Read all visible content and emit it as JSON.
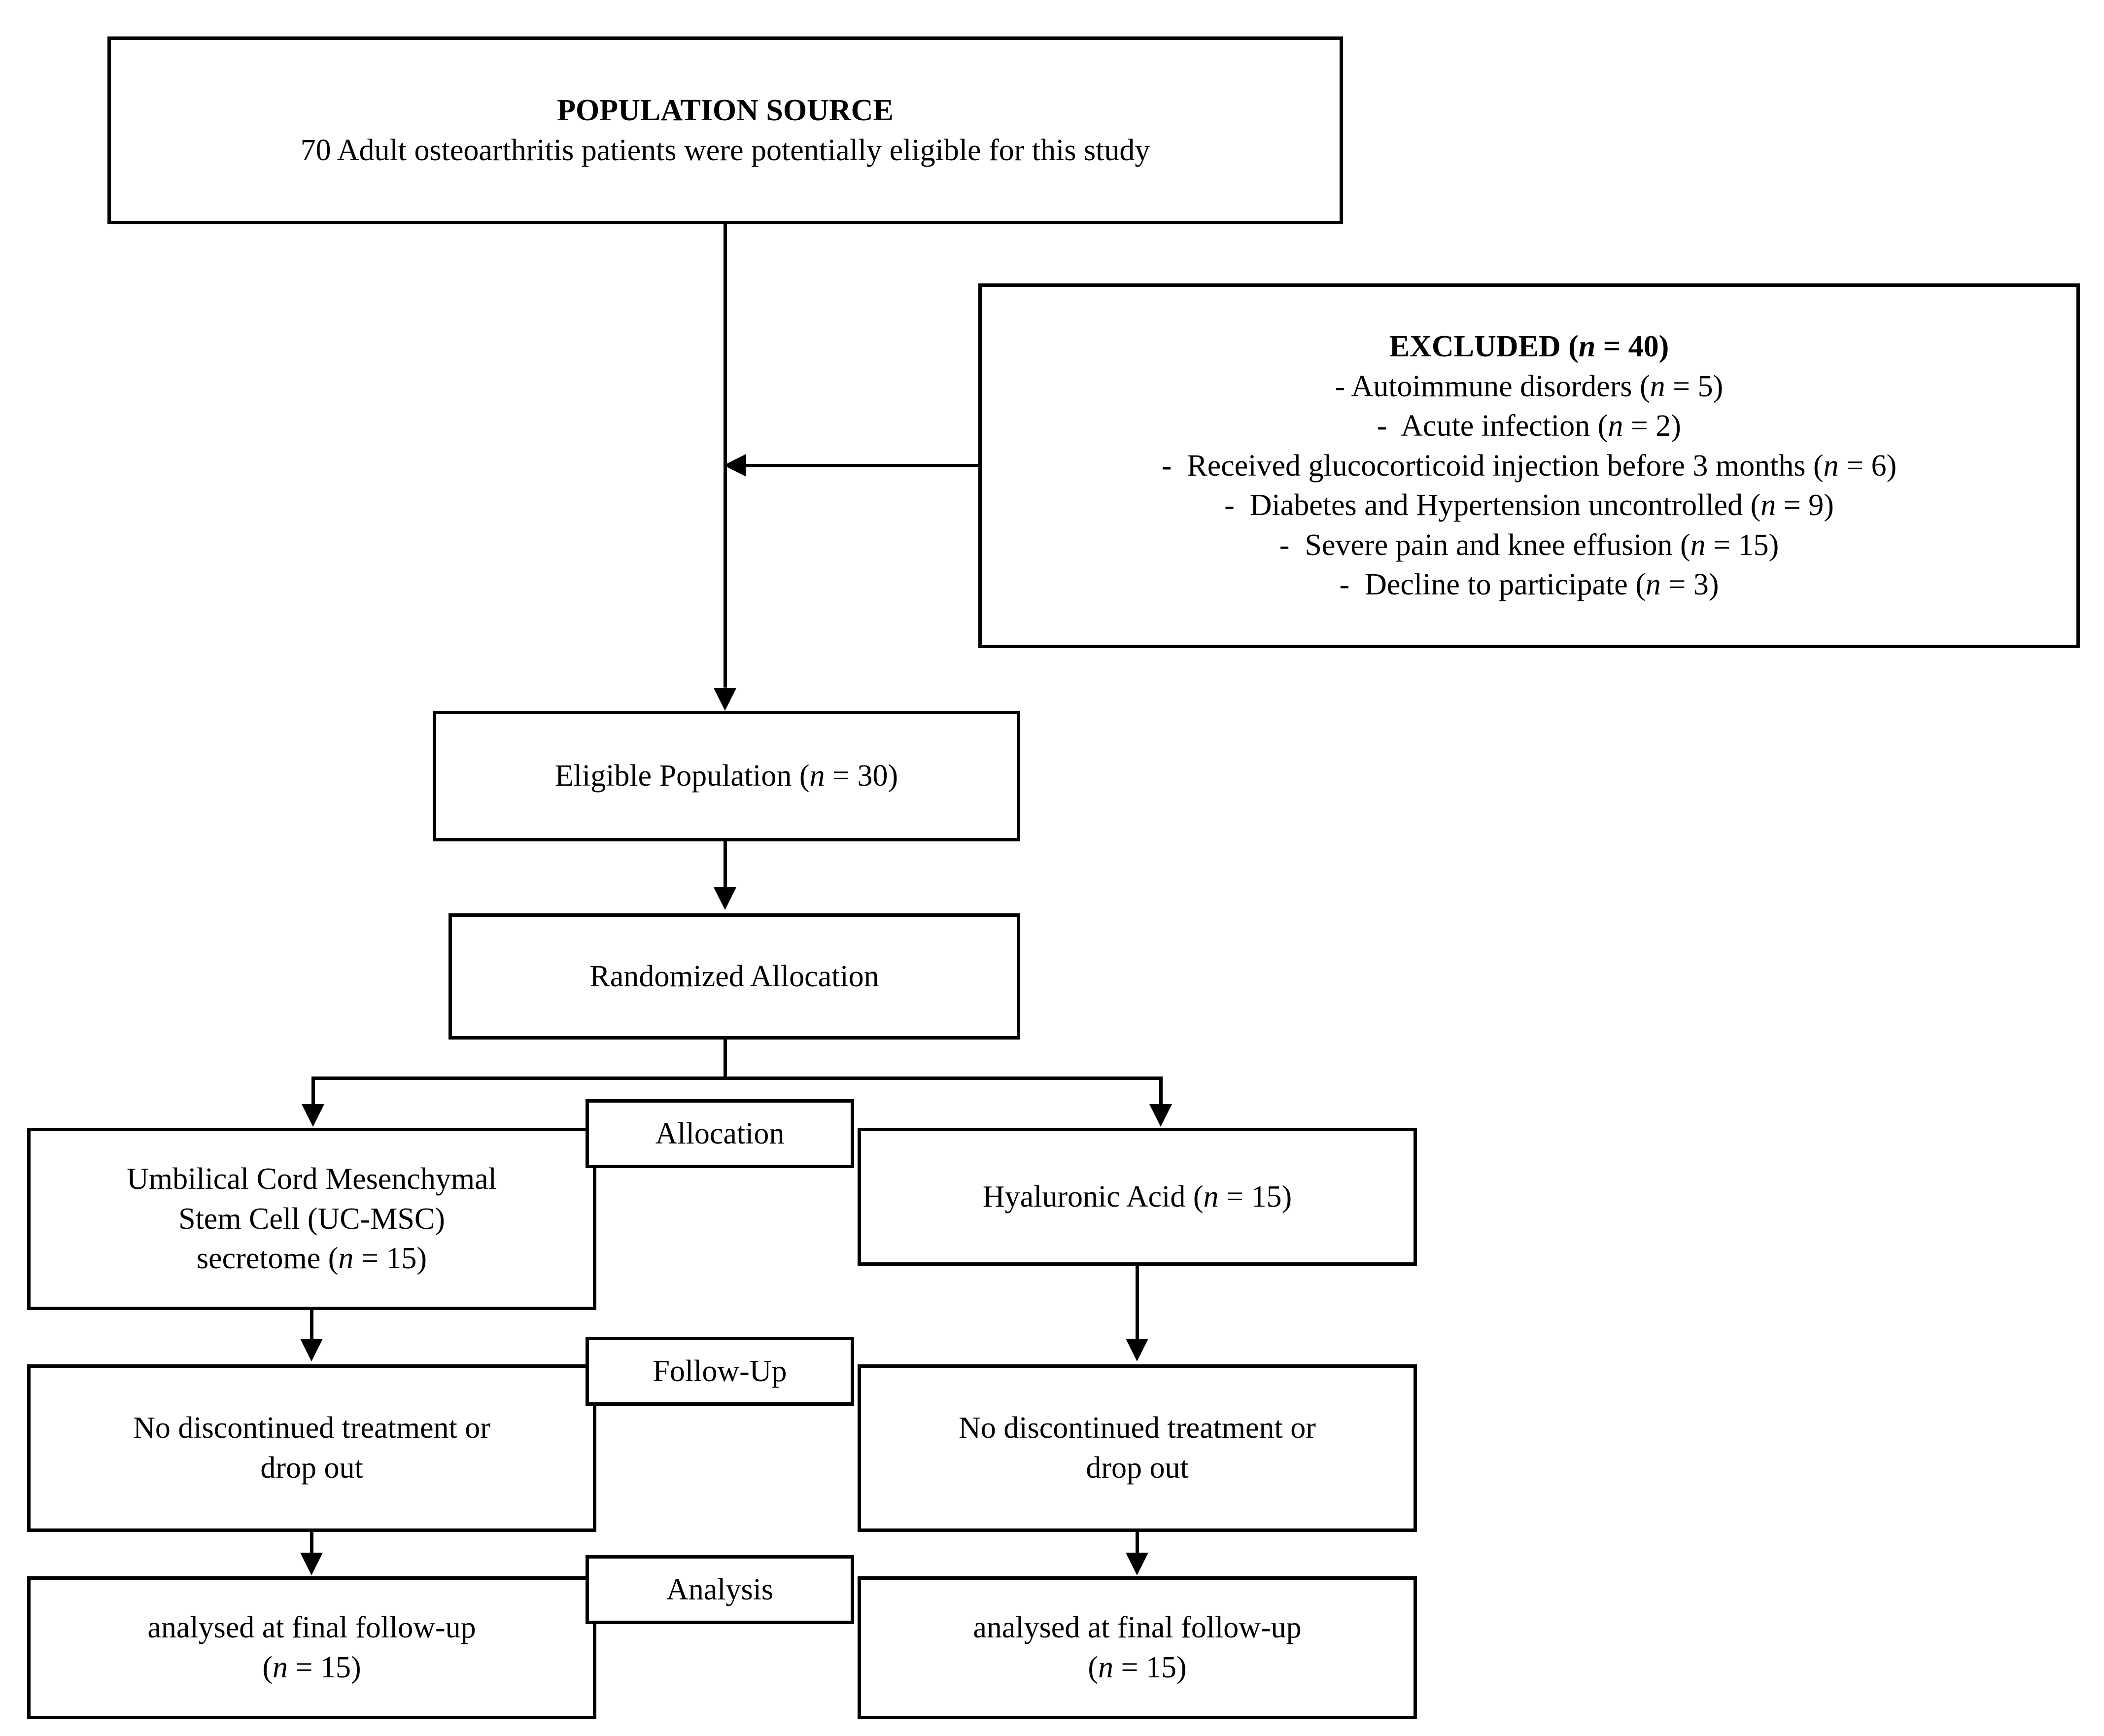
{
  "flowchart": {
    "title_box": {
      "heading": "POPULATION SOURCE",
      "line": "70 Adult osteoarthritis patients were potentially eligible for this study"
    },
    "excluded_box": {
      "heading_prefix": "EXCLUDED (",
      "heading_italic_n": "n",
      "heading_suffix": " = 40)",
      "items": [
        {
          "dash": "-",
          "text": "Autoimmune disorders (",
          "n_italic": "n",
          "count": " = 5)"
        },
        {
          "dash": "-",
          "text": "Acute infection (",
          "n_italic": "n",
          "count": " = 2)"
        },
        {
          "dash": "-",
          "text": "Received glucocorticoid injection before 3 months (",
          "n_italic": "n",
          "count": " = 6)"
        },
        {
          "dash": "-",
          "text": "Diabetes and Hypertension uncontrolled (",
          "n_italic": "n",
          "count": " = 9)"
        },
        {
          "dash": "-",
          "text": "Severe pain and knee effusion (",
          "n_italic": "n",
          "count": " = 15)"
        },
        {
          "dash": "-",
          "text": "Decline to participate (",
          "n_italic": "n",
          "count": " = 3)"
        }
      ]
    },
    "eligible_box": {
      "text_prefix": "Eligible Population (",
      "n_italic": "n",
      "text_suffix": " = 30)"
    },
    "randomized_box": {
      "text": "Randomized Allocation"
    },
    "stage_labels": {
      "allocation": "Allocation",
      "follow_up": "Follow-Up",
      "analysis": "Analysis"
    },
    "arms": {
      "left": {
        "allocation_line1": "Umbilical Cord Mesenchymal",
        "allocation_line2": "Stem Cell (UC-MSC)",
        "allocation_line3_prefix": "secretome (",
        "allocation_line3_n": "n",
        "allocation_line3_suffix": " = 15)",
        "followup_line1": "No discontinued treatment or",
        "followup_line2": "drop out",
        "analysis_line1": "analysed at final follow-up",
        "analysis_line2_prefix": "(",
        "analysis_line2_n": "n",
        "analysis_line2_suffix": " = 15)"
      },
      "right": {
        "allocation_prefix": "Hyaluronic Acid (",
        "allocation_n": "n",
        "allocation_suffix": " = 15)",
        "followup_line1": "No discontinued treatment or",
        "followup_line2": "drop out",
        "analysis_line1": "analysed at final follow-up",
        "analysis_line2_prefix": "(",
        "analysis_line2_n": "n",
        "analysis_line2_suffix": " = 15)"
      }
    },
    "colors": {
      "stroke": "#000000",
      "background": "#ffffff",
      "text": "#000000"
    }
  }
}
